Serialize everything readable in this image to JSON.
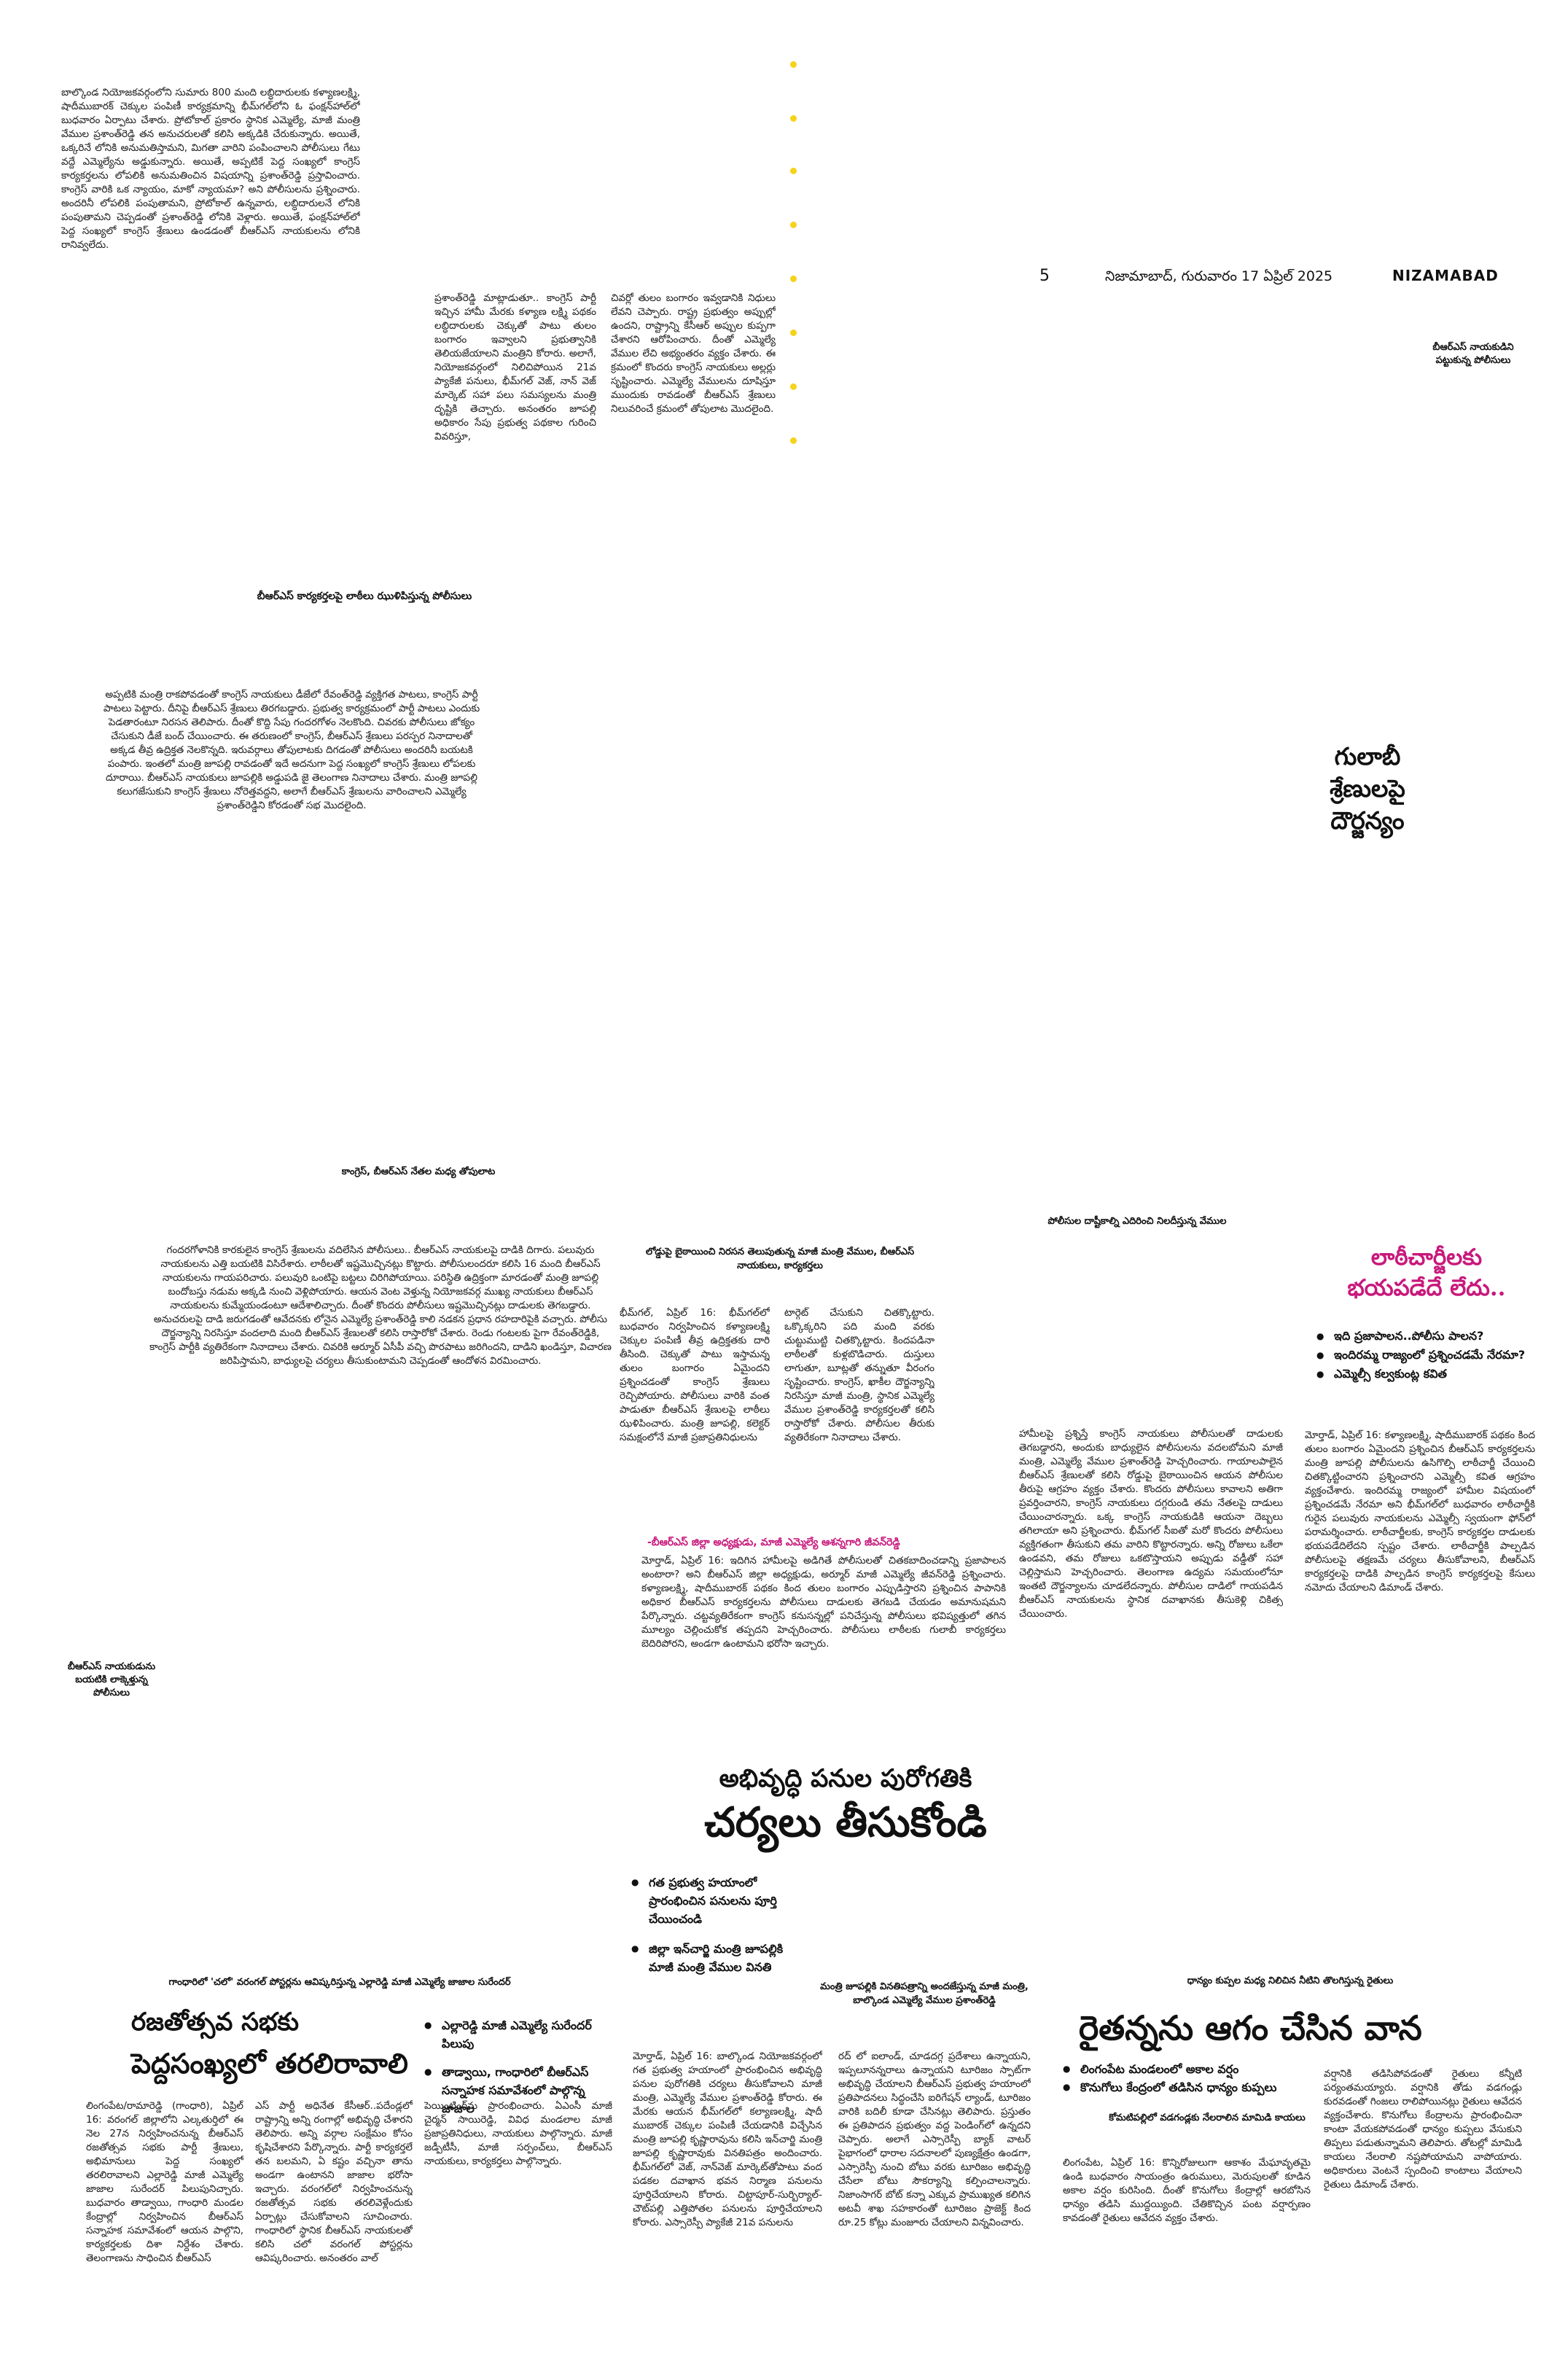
{
  "header": {
    "page_no": "5",
    "dateline": "నిజామాబాద్, గురువారం 17 ఏప్రిల్ 2025",
    "edition": "NIZAMABAD"
  },
  "colors": {
    "dots": "#f5d31a",
    "pink": "#c8197c"
  },
  "top_story": {
    "col1": "బాల్కొండ నియోజకవర్గంలోని సుమారు 800 మంది లబ్ధిదారులకు కళ్యాణలక్ష్మి, షాదీముబారక్ చెక్కుల పంపిణీ కార్యక్రమాన్ని భీమ్‌గల్‌లోని ఓ ఫంక్షన్‌హాల్‌లో బుధవారం ఏర్పాటు చేశారు. ప్రోటోకాల్ ప్రకారం స్థానిక ఎమ్మెల్యే, మాజీ మంత్రి వేముల ప్రశాంత్‌రెడ్డి తన అనుచరులతో కలిసి అక్కడికి చేరుకున్నారు. అయితే, ఒక్కరినే లోనికి అనుమతిస్తామని, మిగతా వారిని పంపించాలని పోలీసులు గేటు వద్దే ఎమ్మెల్యేను అడ్డుకున్నారు. అయితే, అప్పటికే పెద్ద సంఖ్యలో కాంగ్రెస్ కార్యకర్తలను లోపలికి అనుమతించిన విషయాన్ని ప్రశాంత్‌రెడ్డి ప్రస్తావించారు. కాంగ్రెస్ వారికి ఒక న్యాయం, మాకో న్యాయమా? అని పోలీసులను ప్రశ్నించారు. అందరినీ లోపలికి పంపుతామని, ప్రోటోకాల్ ఉన్నవారు, లబ్ధిదారులనే లోనికి పంపుతామని చెప్పడంతో ప్రశాంత్‌రెడ్డి లోనికి వెళ్లారు. అయితే, ఫంక్షన్‌హాల్‌లో పెద్ద సంఖ్యలో కాంగ్రెస్ శ్రేణులు ఉండడంతో బీఆర్‌ఎస్ నాయకులను లోనికి రానివ్వలేదు.",
    "col2": "ప్రశాంత్‌రెడ్డి మాట్లాడుతూ.. కాంగ్రెస్ పార్టీ ఇచ్చిన హామీ మేరకు కళ్యాణ లక్ష్మి పథకం లబ్ధిదారులకు చెక్కుతో పాటు తులం బంగారం ఇవ్వాలని ప్రభుత్వానికి తెలియజేయాలని మంత్రిని కోరారు. అలాగే, నియోజకవర్గంలో నిలిచిపోయిన 21వ ప్యాకేజీ పనులు, భీమ్‌గల్ వెజ్, నాన్ వెజ్ మార్కెట్ సహా పలు సమస్యలను మంత్రి దృష్టికి తెచ్చారు. అనంతరం జూపల్లి అధికారం సేపు ప్రభుత్వ పథకాల గురించి వివరిస్తూ,",
    "col3": "చివర్లో తులం బంగారం ఇవ్వడానికి నిధులు లేవని చెప్పారు. రాష్ట్ర ప్రభుత్వం అప్పుల్లో ఉందని, రాష్ట్రాన్ని కేసీఆర్ అప్పుల కుప్పగా చేశారని ఆరోపించారు. దీంతో ఎమ్మెల్యే వేముల లేచి అభ్యంతరం వ్యక్తం చేశారు. ఈ క్రమంలో కొందరు కాంగ్రెస్ నాయకులు అల్లర్లు సృష్టించారు. ఎమ్మెల్యే వేములను దూషిస్తూ ముందుకు రావడంతో బీఆర్‌ఎస్ శ్రేణులు నిలువరించే క్రమంలో తోపులాట మొదలైంది."
  },
  "right_caption_1": "బీఆర్‌ఎస్ నాయకుడిని పట్టుకున్న పోలీసులు",
  "mid_caption_1": "బీఆర్‌ఎస్ కార్యకర్తలపై లాఠీలు ఝుళిపిస్తున్న పోలీసులు",
  "mid_para": "అప్పటికి మంత్రి రాకపోవడంతో కాంగ్రెస్ నాయకులు డీజేలో రేవంత్‌రెడ్డి వ్యక్తిగత పాటలు, కాంగ్రెస్ పార్టీ పాటలు పెట్టారు. దీనిపై బీఆర్‌ఎస్ శ్రేణులు తిరగబడ్డారు. ప్రభుత్వ కార్యక్రమంలో పార్టీ పాటలు ఎందుకు పెడతారంటూ నిరసన తెలిపారు. దీంతో కొద్ది సేపు గందరగోళం నెలకొంది. చివరకు పోలీసులు జోక్యం చేసుకుని డీజే బంద్ చేయించారు. ఈ తరుణంలో కాంగ్రెస్, బీఆర్‌ఎస్ శ్రేణులు పరస్పర నినాదాలతో అక్కడ తీవ్ర ఉద్రిక్తత నెలకొన్నది. ఇరువర్గాలు తోపులాటకు దిగడంతో పోలీసులు అందరినీ బయటకి పంపారు. ఇంతలో మంత్రి జూపల్లి రావడంతో ఇదే అదనుగా పెద్ద సంఖ్యలో కాంగ్రెస్ శ్రేణులు లోపలకు దూరాయి. బీఆర్‌ఎస్ నాయకులు జూపల్లికి అడ్డుపడి జై తెలంగాణ నినాదాలు చేశారు. మంత్రి జూపల్లి కలుగజేసుకుని కాంగ్రెస్ శ్రేణులు నోరెత్తవద్దని, అలాగే బీఆర్‌ఎస్ శ్రేణులను వారించాలని ఎమ్మెల్యే ప్రశాంత్‌రెడ్డిని కోరడంతో సభ మొదలైంది.",
  "gulabi_title": "గులాబీ శ్రేణులపై దౌర్జన్యం",
  "caption_clash": "కాంగ్రెస్, బీఆర్‌ఎస్ నేతల మధ్య తోపులాట",
  "caption_vemula_police": "పోలీసుల దాష్టీకాల్ని ఎదిరించి నిలదీస్తున్న వేముల",
  "clash_para": "గందరగోళానికి కారకులైన కాంగ్రెస్ శ్రేణులను వదిలేసిన పోలీసులు.. బీఆర్‌ఎస్ నాయకులపై దాడికి దిగారు. పలువురు నాయకులను ఎత్తి బయటికి విసిరేశారు. లాఠీలతో ఇష్టమొచ్చినట్లు కొట్టారు. పోలీసులందరూ కలిసి 16 మంది బీఆర్‌ఎస్ నాయకులను గాయపరిచారు. పలువురి ఒంటిపై బట్టలు చిరిగిపోయాయి. పరిస్థితి ఉద్రిక్తంగా మారడంతో మంత్రి జూపల్లి బందోబస్తు నడుమ అక్కడి నుంచి వెళ్లిపోయారు. ఆయన వెంట వెళ్తున్న నియోజకవర్గ ముఖ్య నాయకులు బీఆర్‌ఎస్ నాయకులను కుమ్మేయండంటూ ఆదేశాలిచ్చారు. దీంతో కొందరు పోలీసులు ఇష్టమొచ్చినట్లు దాడులకు తెగబడ్డారు. అనుచరులపై దాడి జరుగడంతో ఆవేదనకు లోనైన ఎమ్మెల్యే ప్రశాంత్‌రెడ్డి కాలి నడకన ప్రధాన రహదారిపైకి వచ్చారు. పోలీసు దౌర్జన్యాన్ని నిరసిస్తూ వందలాది మంది బీఆర్‌ఎస్ శ్రేణులతో కలిసి రాస్తారోకో చేశారు. రెండు గంటలకు పైగా రేవంత్‌రెడ్డికి, కాంగ్రెస్ పార్టీకి వ్యతిరేకంగా నినాదాలు చేశారు. చివరికి ఆర్మూర్ ఏసీపీ వచ్చి పొరపాటు జరిగిందని, దాడిని ఖండిస్తూ, విచారణ జరిపిస్తామని, బాధ్యులపై చర్యలు తీసుకుంటామని చెప్పడంతో ఆందోళన విరమించారు.",
  "caption_lodupu": "లోడ్డుపై బైఠాయించి నిరసన తెలుపుతున్న మాజీ మంత్రి వేముల, బీఆర్‌ఎస్ నాయకులు, కార్యకర్తలు",
  "bheemgal_col1": "భీమ్‌గల్, ఏప్రిల్ 16: భీమ్‌గల్‌లో బుధవారం నిర్వహించిన కళ్యాణలక్ష్మి చెక్కుల పంపిణీ తీవ్ర ఉద్రిక్తతకు దారి తీసింది. చెక్కుతో పాటు ఇస్తామన్న తులం బంగారం ఏమైందని ప్రశ్నించడంతో కాంగ్రెస్ శ్రేణులు రెచ్చిపోయారు. పోలీసులు వారికి వంత పాడుతూ బీఆర్‌ఎస్ శ్రేణులపై లాఠీలు ఝళిపించారు. మంత్రి జూపల్లి, కలెక్టర్ సమక్షంలోనే మాజీ ప్రజాప్రతినిధులను",
  "bheemgal_col2": "టార్గెట్ చేసుకుని చితక్కొట్టారు. ఒక్కొక్కరిని పది మంది వరకు చుట్టుముట్టి చితక్కొట్టారు. కిందపడినా లాఠీలతో కుళ్లబొడిచారు. దుస్తులు లాగుతూ, బూట్లతో తన్నుతూ వీరంగం సృష్టించారు. కాంగ్రెస్, ఖాకీల దౌర్జన్యాన్ని నిరసిస్తూ మాజీ మంత్రి, స్థానిక ఎమ్మెల్యే వేముల ప్రశాంత్‌రెడ్డి కార్యకర్తలతో కలిసి రాస్తారోకో చేశారు. పోలీసుల తీరుకు వ్యతిరేకంగా నినాదాలు చేశారు.",
  "jeevan_byline": "-బీఆర్‌ఎస్ జిల్లా అధ్యక్షుడు, మాజీ ఎమ్మెల్యే ఆశన్నగారి జీవన్‌రెడ్డి",
  "jeevan_para": "మోర్తాడ్, ఏప్రిల్ 16: ఇదిగిన హామీలపై అడిగితే పోలీసులతో చితకబాదించడాన్ని ప్రజాపాలన అంటారా? అని బీఆర్‌ఎస్ జిల్లా అధ్యక్షుడు, అర్మూర్ మాజీ ఎమ్మెల్యే జీవన్‌రెడ్డి ప్రశ్నించారు. కళ్యాణలక్ష్మి, షాదీముబారక్ పథకం కింద తులం బంగారం ఎప్పుడిస్తారని ప్రశ్నించిన పాపానికి అధికార బీఆర్‌ఎస్ కార్యకర్తలను పోలీసులు దాడులకు తెగబడి చేయడం అమానుషమని పేర్కొన్నారు. చట్టవ్యతిరేకంగా కాంగ్రెస్ కనుసన్నల్లో పనిచేస్తున్న పోలీసులు భవిష్యత్తులో తగిన మూల్యం చెల్లించుకోక తప్పదని హెచ్చరించారు. పోలీసులు లాఠీలకు గులాబీ కార్యకర్తలు బెదిరిపోరని, అండగా ఉంటామని భరోసా ఇచ్చారు.",
  "vemula_para": "హామీలపై ప్రశ్నిస్తే కాంగ్రెస్ నాయకులు పోలీసులతో దాడులకు తెగబడ్డారని, అందుకు బాధ్యులైన పోలీసులను వదలబోమని మాజీ మంత్రి, ఎమ్మెల్యే వేముల ప్రశాంత్‌రెడ్డి హెచ్చరించారు. గాయాలపాలైన బీఆర్‌ఎస్ శ్రేణులతో కలిసి రోడ్డుపై బైఠాయించిన ఆయన పోలీసుల తీరుపై ఆగ్రహం వ్యక్తం చేశారు. కొందరు పోలీసులు కావాలని అతిగా ప్రవర్తించారని, కాంగ్రెస్ నాయకులు దగ్గరుండి తమ నేతలపై దాడులు చేయించారన్నారు. ఒక్క కాంగ్రెస్ నాయకుడికి ఆయనా దెబ్బలు తగిలాయా అని ప్రశ్నించారు. భీమ్‌గల్ సీఐతో మరో కొందరు పోలీసులు వ్యక్తిగతంగా తీసుకుని తమ వారిని కొట్టారన్నారు. అన్ని రోజులు ఒకేలా ఉండవని, తమ రోజులు ఒకటొస్తాయని అప్పుడు వడ్డీతో సహా చెల్లిస్తామని హెచ్చరించారు. తెలంగాణ ఉద్యమ సమయంలోనూ ఇంతటి దౌర్జన్యాలను చూడలేదన్నారు. పోలీసుల దాడిలో గాయపడిన బీఆర్‌ఎస్ నాయకులను స్థానిక దవాఖానకు తీసుకెళ్లి చికిత్స చేయించారు.",
  "kavitha": {
    "title": "లాఠీచార్జీలకు భయపడేదే లేదు..",
    "bullets": [
      "ఇది ప్రజాపాలన..పోలీసు పాలన?",
      "ఇందిరమ్మ రాజ్యంలో ప్రశ్నించడమే నేరమా?",
      "ఎమ్మెల్సీ కల్వకుంట్ల కవిత"
    ],
    "para": "మోర్తాడ్, ఏప్రిల్ 16: కళ్యాణలక్ష్మి, షాదీముబారక్ పథకం కింద తులం బంగారం ఏమైందని ప్రశ్నించిన బీఆర్‌ఎస్ కార్యకర్తలను మంత్రి జూపల్లి పోలీసులను ఉసిగొల్పి లాఠీచార్జీ చేయించి చితక్కొట్టించారని ప్రశ్నించారని ఎమ్మెల్సీ కవిత ఆగ్రహం వ్యక్తంచేశారు. ఇందిరమ్మ రాజ్యంలో హామీల విషయంలో ప్రశ్నించడమే నేరమా అని భీమ్‌గల్‌లో బుధవారం లాఠీచార్జీకి గురైన పలువురు నాయకులను ఎమ్మెల్సీ స్వయంగా ఫోన్‌లో పరామర్శించారు. లాఠీచార్జీలకు, కాంగ్రెస్ కార్యకర్తల దాడులకు భయపడేదిలేదని స్పష్టం చేశారు. లాఠీచార్జీకి పాల్పడిన పోలీసులపై తక్షణమే చర్యలు తీసుకోవాలని, బీఆర్‌ఎస్ కార్యకర్తలపై దాడికి పాల్పడిన కాంగ్రెస్ కార్యకర్తలపై కేసులు నమోదు చేయాలని డిమాండ్ చేశారు."
  },
  "caption_left_lower": "బీఆర్‌ఎస్ నాయకుడును బయటికి లాక్కెళ్తున్న పోలీసులు",
  "development": {
    "kicker": "అభివృద్ధి పనుల పురోగతికి",
    "title": "చర్యలు తీసుకోండి",
    "bullets": [
      "గత ప్రభుత్వ హయాంలో ప్రారంభించిన పనులను పూర్తి చేయించండి",
      "జిల్లా ఇన్‌చార్జి మంత్రి జూపల్లికి మాజీ మంత్రి వేముల వినతి"
    ],
    "caption": "మంత్రి జూపల్లికి వినతిపత్రాన్ని అందజేస్తున్న మాజీ మంత్రి, బాల్కొండ ఎమ్మెల్యే వేముల ప్రశాంత్‌రెడ్డి",
    "para1": "మోర్తాడ్, ఏప్రిల్ 16: బాల్కొండ నియోజకవర్గంలో గత ప్రభుత్వ హయాంలో ప్రారంభించిన అభివృద్ధి పనుల పురోగతికి చర్యలు తీసుకోవాలని మాజీ మంత్రి, ఎమ్మెల్యే వేముల ప్రశాంత్‌రెడ్డి కోరారు. ఈ మేరకు ఆయన భీమ్‌గల్‌లో కల్యాణలక్ష్మి, షాదీ ముబారక్ చెక్కుల పంపిణీ చేయడానికి విచ్చేసిన మంత్రి జూపల్లి కృష్ణారావును కలిసి ఇన్‌చార్జి మంత్రి జూపల్లి కృష్ణారావుకు వినతిపత్రం అందించారు. భీమ్‌గల్‌లో వెజ్, నాన్‌వెజ్ మార్కెట్‌తోపాటు వంద పడకల దవాఖాన భవన నిర్మాణ పనులను పూర్తిచేయాలని కోరారు. చిట్టాపూర్-సుర్బిర్యాల్-చౌట్‌పల్లి ఎత్తిపోతల పనులను పూర్తిచేయాలని కోరారు. ఎస్సారెస్పీ ప్యాకేజీ 21వ పనులను",
    "para2": "రద్ లో ఐలాండ్, చూడదగ్గ ప్రదేశాలు ఉన్నాయని, ఇప్పలూనన్నరాలు ఉన్నాయని టూరిజం స్పాట్‌గా అభివృద్ధి చేయాలని బీఆర్‌ఎస్ ప్రభుత్వ హయాంలో ప్రతిపాదనలు సిద్ధంచేసి ఐరిగేషన్ ల్యాండ్, టూరిజం వారికి బదిలీ కూడా చేసినట్లు తెలిపారు. ప్రస్తుతం ఈ ప్రతిపాదన ప్రభుత్వం వద్ద పెండింగ్‌లో ఉన్నదని చెప్పారు. అలాగే ఎస్సారెస్పీ బ్యాక్ వాటర్ పైభాగంలో ధారాల సదనాలలో పుణ్యక్షేత్రం ఉండగా, ఎస్సారెస్పీ నుంచి బోటు వరకు టూరిజం అభివృద్ధి చేసేలా బోటు సౌకర్యాన్ని కల్పించాలన్నారు. నిజాంసాగర్ బోట్ కన్నా ఎక్కువ ప్రాముఖ్యత కలిగిన అటవీ శాఖ సహకారంతో టూరిజం ప్రాజెక్ట్ కింద రూ.25 కోట్లు మంజూరు చేయాలని విన్నవించారు."
  },
  "gandhari": {
    "caption": "గాంధారిలో 'చలో' వరంగల్ పోస్టర్లను ఆవిష్కరిస్తున్న ఎల్లారెడ్డి మాజీ ఎమ్మెల్యే జాజాల సురేందర్",
    "kicker": "రజతోత్సవ సభకు",
    "title": "పెద్దసంఖ్యలో తరలిరావాలి",
    "bullets": [
      "ఎల్లారెడ్డి మాజీ ఎమ్మెల్యే సురేందర్ పిలుపు",
      "తాడ్వాయి, గాంధారిలో బీఆర్‌ఎస్ సన్నాహక సమావేశంలో పాల్గొన్న జాజాల"
    ],
    "para1": "లింగంపేట/రామారెడ్డి (గాంధారి), ఏప్రిల్ 16: వరంగల్ జిల్లాలోని ఎల్కతుర్తిలో ఈ నెల 27న నిర్వహించనున్న బీఆర్‌ఎస్ రజతోత్సవ సభకు పార్టీ శ్రేణులు, అభిమానులు పెద్ద సంఖ్యలో తరలిరావాలని ఎల్లారెడ్డి మాజీ ఎమ్మెల్యే జాజాల సురేందర్ పిలుపునిచ్చారు. బుధవారం తాడ్వాయి, గాంధారి మండల కేంద్రాల్లో నిర్వహించిన బీఆర్‌ఎస్ సన్నాహక సమావేశంలో ఆయన పాల్గొని, కార్యకర్తలకు దిశా నిర్దేశం చేశారు. తెలంగాణను సాధించిన బీఆర్‌ఎస్",
    "para2": "ఎస్ పార్టీ అధినేత కేసీఆర్..పదేండ్లలో రాష్ట్రాన్ని అన్ని రంగాల్లో అభివృద్ధి చేశారని తెలిపారు. అన్ని వర్గాల సంక్షేమం కోసం కృషిచేశారని పేర్కొన్నారు. పార్టీ కార్యకర్తలే తన బలమని, ఏ కష్టం వచ్చినా తాను అండగా ఉంటానని జాజాల భరోసా ఇచ్చారు. వరంగల్‌లో నిర్వహించనున్న రజతోత్సవ సభకు తరలివెళ్లేందుకు ఏర్పాట్లు చేసుకోవాలని సూచించారు. గాంధారిలో స్థానిక బీఆర్‌ఎస్ నాయకులతో కలిసి చలో వరంగల్ పోస్టర్లను ఆవిష్కరించారు. అనంతరం వాల్",
    "para3": "పెయింటింగ్‌ను ప్రారంభించారు. ఏఎంసీ మాజీ చైర్మన్ సాయిరెడ్డి, వివిధ మండలాల మాజీ ప్రజాప్రతినిధులు, నాయకులు పాల్గొన్నారు. మాజీ జడ్పీటీసీ, మాజీ సర్పంచ్‌లు, బీఆర్‌ఎస్ నాయకులు, కార్యకర్తలు పాల్గొన్నారు."
  },
  "rain": {
    "kicker": "ధాన్యం కుప్పల మధ్య నిలిచిన నీటిని తొలగిస్తున్న రైతులు",
    "title": "రైతన్నను ఆగం చేసిన వాన",
    "bullets": [
      "లింగంపేట మండలంలో అకాల వర్షం",
      "కొనుగోలు కేంద్రంలో తడిసిన ధాన్యం కుప్పలు"
    ],
    "caption": "కోమటిపల్లిలో వడగండ్లకు నేలరాలిన మామిడి కాయలు",
    "para1": "లింగంపేట, ఏప్రిల్ 16: కొన్నిరోజులుగా ఆకాశం మేఘావృతమై ఉండి బుధవారం సాయంత్రం ఉరుములు, మెరుపులతో కూడిన అకాల వర్షం కురిసింది. దీంతో కొనుగోలు కేంద్రాల్లో ఆరబోసిన ధాన్యం తడిసి ముద్దయ్యింది. చేతికొచ్చిన పంట వర్షార్పణం కావడంతో రైతులు ఆవేదన వ్యక్తం చేశారు.",
    "para2": "వర్షానికి తడిసిపోవడంతో రైతులు కన్నీటి పర్యంతమయ్యారు. వర్షానికి తోడు వడగండ్లు కురవడంతో గింజలు రాలిపోయినట్లు రైతులు ఆవేదన వ్యక్తంచేశారు. కొనుగోలు కేంద్రాలను ప్రారంభించినా కాంటా వేయకపోవడంతో ధాన్యం కుప్పలు వేసుకుని తిప్పలు పడుతున్నామని తెలిపారు. తోటల్లో మామిడి కాయలు నేలరాలి నష్టపోయామని వాపోయారు. అధికారులు వెంటనే స్పందించి కాంటాలు వేయాలని రైతులు డిమాండ్ చేశారు."
  }
}
